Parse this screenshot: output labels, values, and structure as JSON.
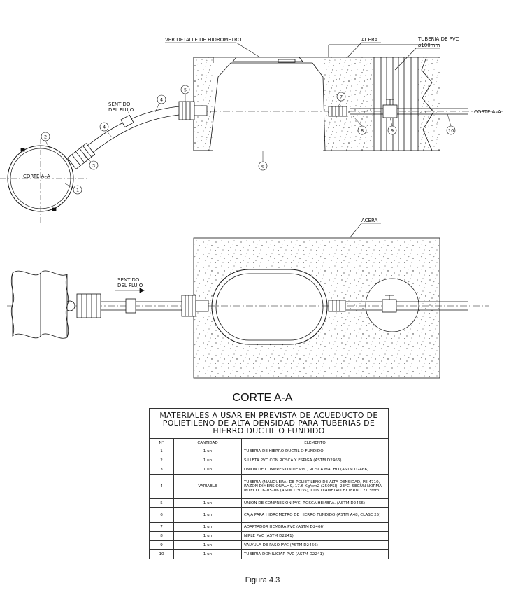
{
  "labels": {
    "detalle_hidrometro": "VER DETALLE DE HIDROMETRO",
    "acera_top": "ACERA",
    "tuberia_pvc": "TUBERIA DE PVC",
    "tuberia_pvc_diam": "ø100mm",
    "sentido_top_1": "SENTIDO",
    "sentido_top_2": "DEL FLUJO",
    "corte_left": "CORTE A–A",
    "corte_right": "CORTE A–A",
    "acera_bottom": "ACERA",
    "sentido_bottom_1": "SENTIDO",
    "sentido_bottom_2": "DEL FLUJO"
  },
  "callouts": [
    "1",
    "2",
    "3",
    "4",
    "4",
    "5",
    "6",
    "7",
    "8",
    "9",
    "10"
  ],
  "section_title": "CORTE A-A",
  "table": {
    "title_lines": [
      "MATERIALES A USAR EN PREVISTA DE ACUEDUCTO DE",
      "POLIETILENO DE ALTA DENSIDAD PARA TUBERIAS DE",
      "HIERRO DUCTIL O FUNDIDO"
    ],
    "headers": [
      "N°",
      "CANTIDAD",
      "ELEMENTO"
    ],
    "rows": [
      {
        "n": "1",
        "qty": "1 un",
        "item": "TUBERIA DE HIERRO DUCTIL O FUNDIDO"
      },
      {
        "n": "2",
        "qty": "1 un",
        "item": "SILLETA PVC CON ROSCA Y ESPIGA (ASTM D2466)"
      },
      {
        "n": "3",
        "qty": "1 un",
        "item": "UNION DE COMPRESION DE PVC, ROSCA MACHO (ASTM D2466)"
      },
      {
        "n": "4",
        "qty": "VARIABLE",
        "item": "TUBERIA (MANGUERA) DE POLIETILENO DE ALTA DENSIDAD, PE 4710, RAZON DIMENSIONAL=9, 17.6 Kg/cm2 (250PSI), 23°C. SEGUN NORMA INTECO 16–05–06 (ASTM D3035), CON DIAMETRO EXTERNO 21.3mm."
      },
      {
        "n": "5",
        "qty": "1 un",
        "item": "UNION DE COMPRESION PVC, ROSCA HEMBRA. (ASTM D2466)"
      },
      {
        "n": "6",
        "qty": "1 un",
        "item": "CAJA PARA HIDROMETRO DE HIERRO FUNDIDO (ASTM A48, CLASE 25)"
      },
      {
        "n": "7",
        "qty": "1 un",
        "item": "ADAPTADOR HEMBRA PVC (ASTM D2466)"
      },
      {
        "n": "8",
        "qty": "1 un",
        "item": "NIPLE PVC (ASTM D2241)"
      },
      {
        "n": "9",
        "qty": "1 un",
        "item": "VALVULA DE PASO PVC (ASTM D2466)"
      },
      {
        "n": "10",
        "qty": "1 un",
        "item": "TUBERIA DOMILICIAR PVC (ASTM D2241)"
      }
    ]
  },
  "caption": "Figura 4.3"
}
